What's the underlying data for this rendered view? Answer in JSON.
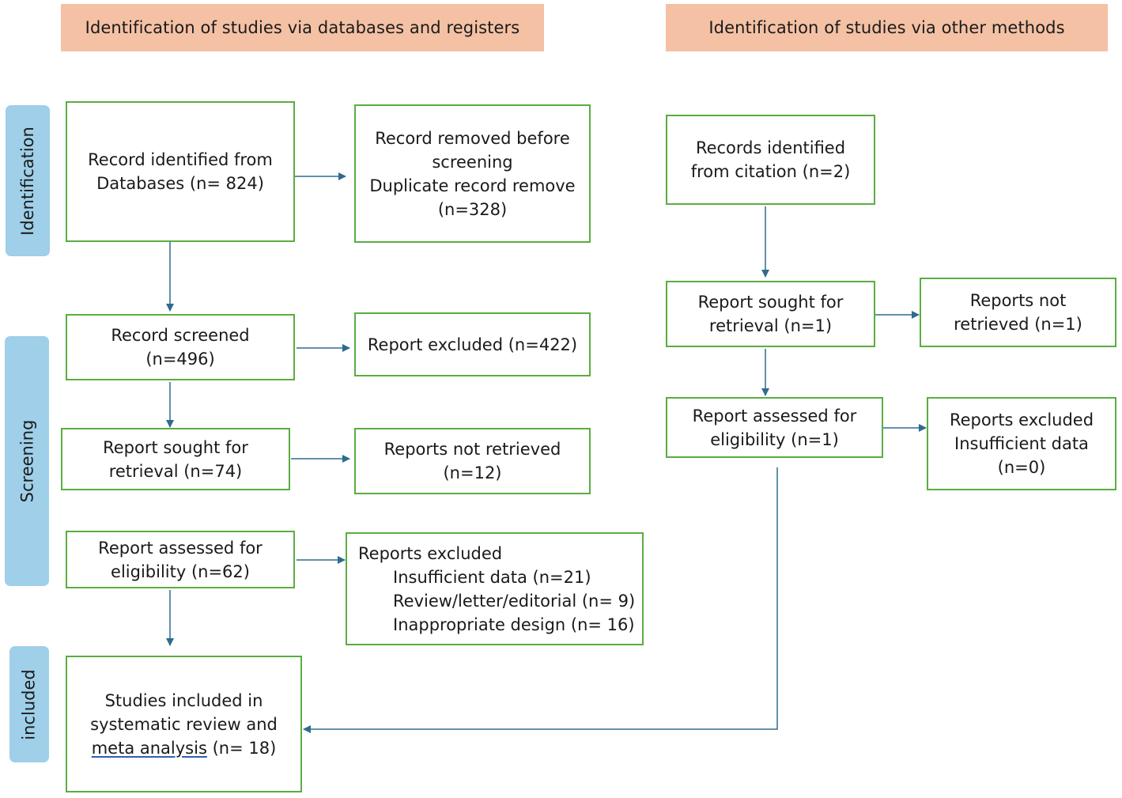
{
  "headers": {
    "left": "Identification of studies via databases and registers",
    "right": "Identification of studies via other methods"
  },
  "phases": {
    "identification": "Identification",
    "screening": "Screening",
    "included": "included"
  },
  "boxes": {
    "db_identified": [
      "Record identified from",
      "Databases (n= 824)"
    ],
    "db_removed": [
      "Record removed before",
      "screening",
      "Duplicate record remove",
      "(n=328)"
    ],
    "db_screened": [
      "Record screened",
      "(n=496)"
    ],
    "db_excluded": "Report excluded (n=422)",
    "db_sought": [
      "Report sought for",
      "retrieval (n=74)"
    ],
    "db_not_retrieved": [
      "Reports not retrieved",
      "(n=12)"
    ],
    "db_assessed": [
      "Report assessed for",
      "eligibility (n=62)"
    ],
    "db_reports_excluded": {
      "title": "Reports excluded",
      "items": [
        "Insufficient data (n=21)",
        "Review/letter/editorial (n= 9)",
        "Inappropriate design (n= 16)"
      ]
    },
    "included": [
      "Studies included in",
      "systematic review and",
      "meta analysis",
      " (n= 18)"
    ],
    "other_identified": [
      "Records identified",
      "from citation (n=2)"
    ],
    "other_sought": [
      "Report sought for",
      "retrieval (n=1)"
    ],
    "other_not_retrieved": [
      "Reports not",
      "retrieved (n=1)"
    ],
    "other_assessed": [
      "Report assessed for",
      "eligibility (n=1)"
    ],
    "other_excluded": [
      "Reports excluded",
      "Insufficient data",
      "(n=0)"
    ]
  },
  "colors": {
    "header_bg": "#f4c1a4",
    "phase_bg": "#9fcfe9",
    "box_border": "#5aad41",
    "arrow": "#2e6b8f"
  }
}
